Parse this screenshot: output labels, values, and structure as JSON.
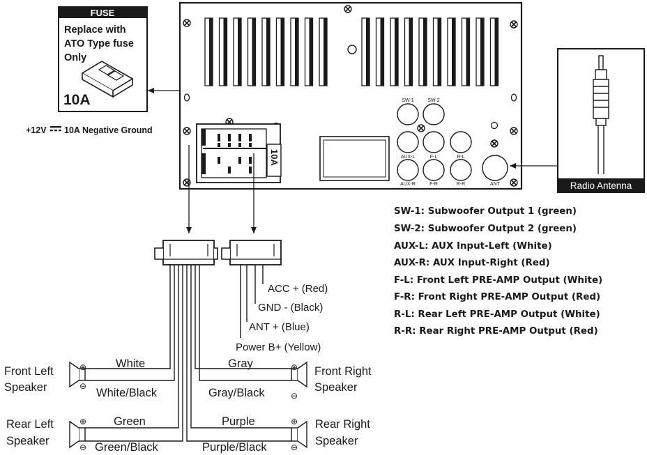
{
  "fuse": {
    "header": "FUSE",
    "line1": "Replace with",
    "line2": "ATO Type fuse",
    "line3": "Only",
    "rating": "10A"
  },
  "power_note": {
    "prefix": "+12V",
    "suffix": "10A Negative Ground"
  },
  "head_unit": {
    "ports": {
      "sw1": "SW-1",
      "sw2": "SW-2",
      "auxl": "AUX-L",
      "fl": "F-L",
      "rl": "R-L",
      "auxr": "AUX-R",
      "fr": "F-R",
      "rr": "R-R",
      "ant": "ANT"
    },
    "fuse_label": "10A"
  },
  "antenna": {
    "label": "Radio Antenna"
  },
  "legend": [
    "SW-1: Subwoofer Output 1 (green)",
    "SW-2: Subwoofer Output 2 (green)",
    "AUX-L: AUX Input-Left (White)",
    "AUX-R: AUX Input-Right (Red)",
    "F-L: Front Left PRE-AMP Output (White)",
    "F-R: Front Right PRE-AMP Output (Red)",
    "R-L: Rear Left PRE-AMP Output (White)",
    "R-R: Rear Right PRE-AMP Output (Red)"
  ],
  "power_wires": {
    "acc": "ACC + (Red)",
    "gnd": "GND -  (Black)",
    "ant": "ANT + (Blue)",
    "power": "Power B+ (Yellow)"
  },
  "speakers": {
    "front_left": {
      "line1": "Front Left",
      "line2": "Speaker",
      "pos_wire": "White",
      "neg_wire": "White/Black"
    },
    "rear_left": {
      "line1": "Rear Left",
      "line2": "Speaker",
      "pos_wire": "Green",
      "neg_wire": "Green/Black"
    },
    "front_right": {
      "line1": "Front Right",
      "line2": "Speaker",
      "pos_wire": "Gray",
      "neg_wire": "Gray/Black"
    },
    "rear_right": {
      "line1": "Rear Right",
      "line2": "Speaker",
      "pos_wire": "Purple",
      "neg_wire": "Purple/Black"
    }
  },
  "symbols": {
    "plus": "⊕",
    "minus": "⊖"
  }
}
